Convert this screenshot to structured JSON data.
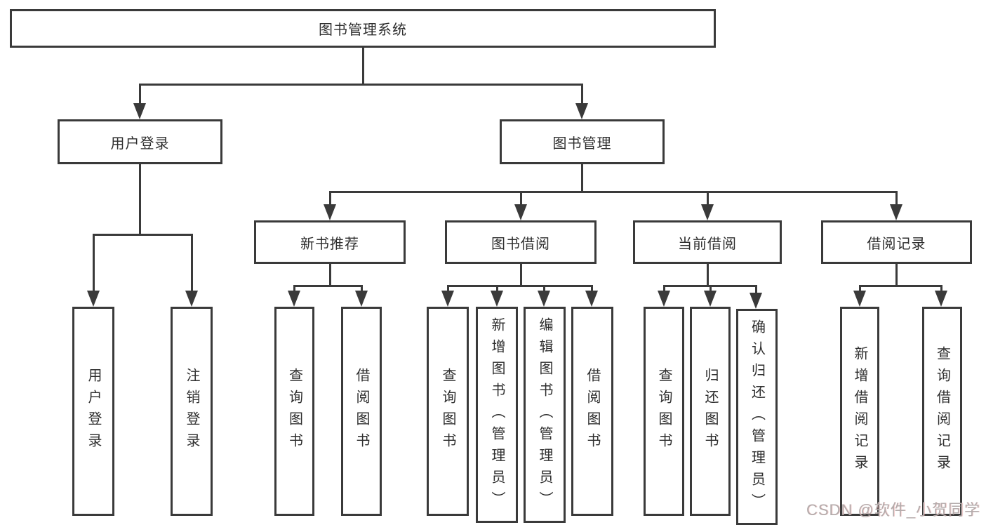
{
  "diagram": {
    "root": {
      "label": "图书管理系统"
    },
    "branches": [
      {
        "label": "用户登录",
        "children": [
          {
            "label": "用户登录"
          },
          {
            "label": "注销登录"
          }
        ]
      },
      {
        "label": "图书管理",
        "groups": [
          {
            "label": "新书推荐",
            "children": [
              {
                "label": "查询图书"
              },
              {
                "label": "借阅图书"
              }
            ]
          },
          {
            "label": "图书借阅",
            "children": [
              {
                "label": "查询图书"
              },
              {
                "label": "新增图书（管理员）"
              },
              {
                "label": "编辑图书（管理员）"
              },
              {
                "label": "借阅图书"
              }
            ]
          },
          {
            "label": "当前借阅",
            "children": [
              {
                "label": "查询图书"
              },
              {
                "label": "归还图书"
              },
              {
                "label": "确认归还（管理员）"
              }
            ]
          },
          {
            "label": "借阅记录",
            "children": [
              {
                "label": "新增借阅记录"
              },
              {
                "label": "查询借阅记录"
              }
            ]
          }
        ]
      }
    ]
  },
  "watermark": {
    "text": "CSDN @软件_小贺同学"
  },
  "colors": {
    "line": "#3a3a3a",
    "text": "#2e2e2e",
    "background": "#ffffff",
    "watermark": "#b3abab"
  }
}
